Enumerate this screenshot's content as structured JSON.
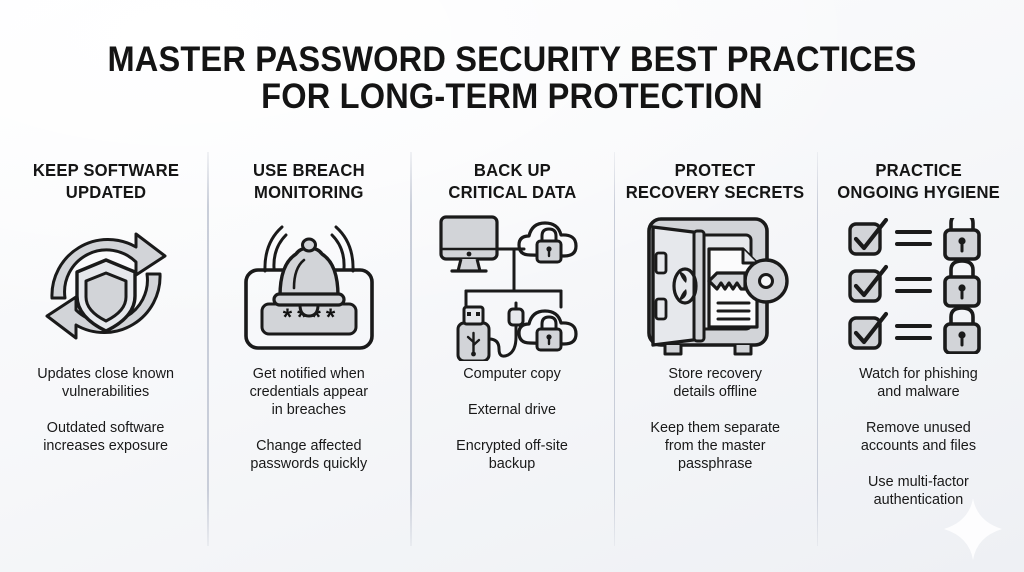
{
  "title": {
    "line1": "MASTER PASSWORD SECURITY BEST PRACTICES",
    "line2": "FOR LONG-TERM PROTECTION"
  },
  "colors": {
    "ink": "#141414",
    "outline": "#1a1a1a",
    "icon_fill": "#d2d4d8",
    "icon_fill_light": "#e6e8ec",
    "divider": "#c6cbd7",
    "background_top": "#fdfdfe",
    "background_bottom": "#eef0f4"
  },
  "columns": [
    {
      "id": "keep-software-updated",
      "title": "KEEP SOFTWARE\nUPDATED",
      "icon": "refresh-shield-icon",
      "bullets": [
        "Updates close known\nvulnerabilities",
        "Outdated software\nincreases exposure"
      ]
    },
    {
      "id": "use-breach-monitoring",
      "title": "USE BREACH\nMONITORING",
      "icon": "bell-password-alert-icon",
      "icon_password_mask": "****",
      "bullets": [
        "Get notified when\ncredentials appear\nin breaches",
        "Change affected\npasswords quickly"
      ]
    },
    {
      "id": "back-up-critical-data",
      "title": "BACK UP\nCRITICAL DATA",
      "icon": "backup-network-icon",
      "bullets": [
        "Computer copy",
        "External drive",
        "Encrypted off-site\nbackup"
      ]
    },
    {
      "id": "protect-recovery-secrets",
      "title": "PROTECT\nRECOVERY SECRETS",
      "icon": "safe-key-document-icon",
      "bullets": [
        "Store recovery\ndetails offline",
        "Keep them separate\nfrom the master\npassphrase"
      ]
    },
    {
      "id": "practice-ongoing-hygiene",
      "title": "PRACTICE\nONGOING HYGIENE",
      "icon": "checklist-padlocks-icon",
      "bullets": [
        "Watch for phishing\nand malware",
        "Remove unused\naccounts and files",
        "Use multi-factor\nauthentication"
      ]
    }
  ]
}
